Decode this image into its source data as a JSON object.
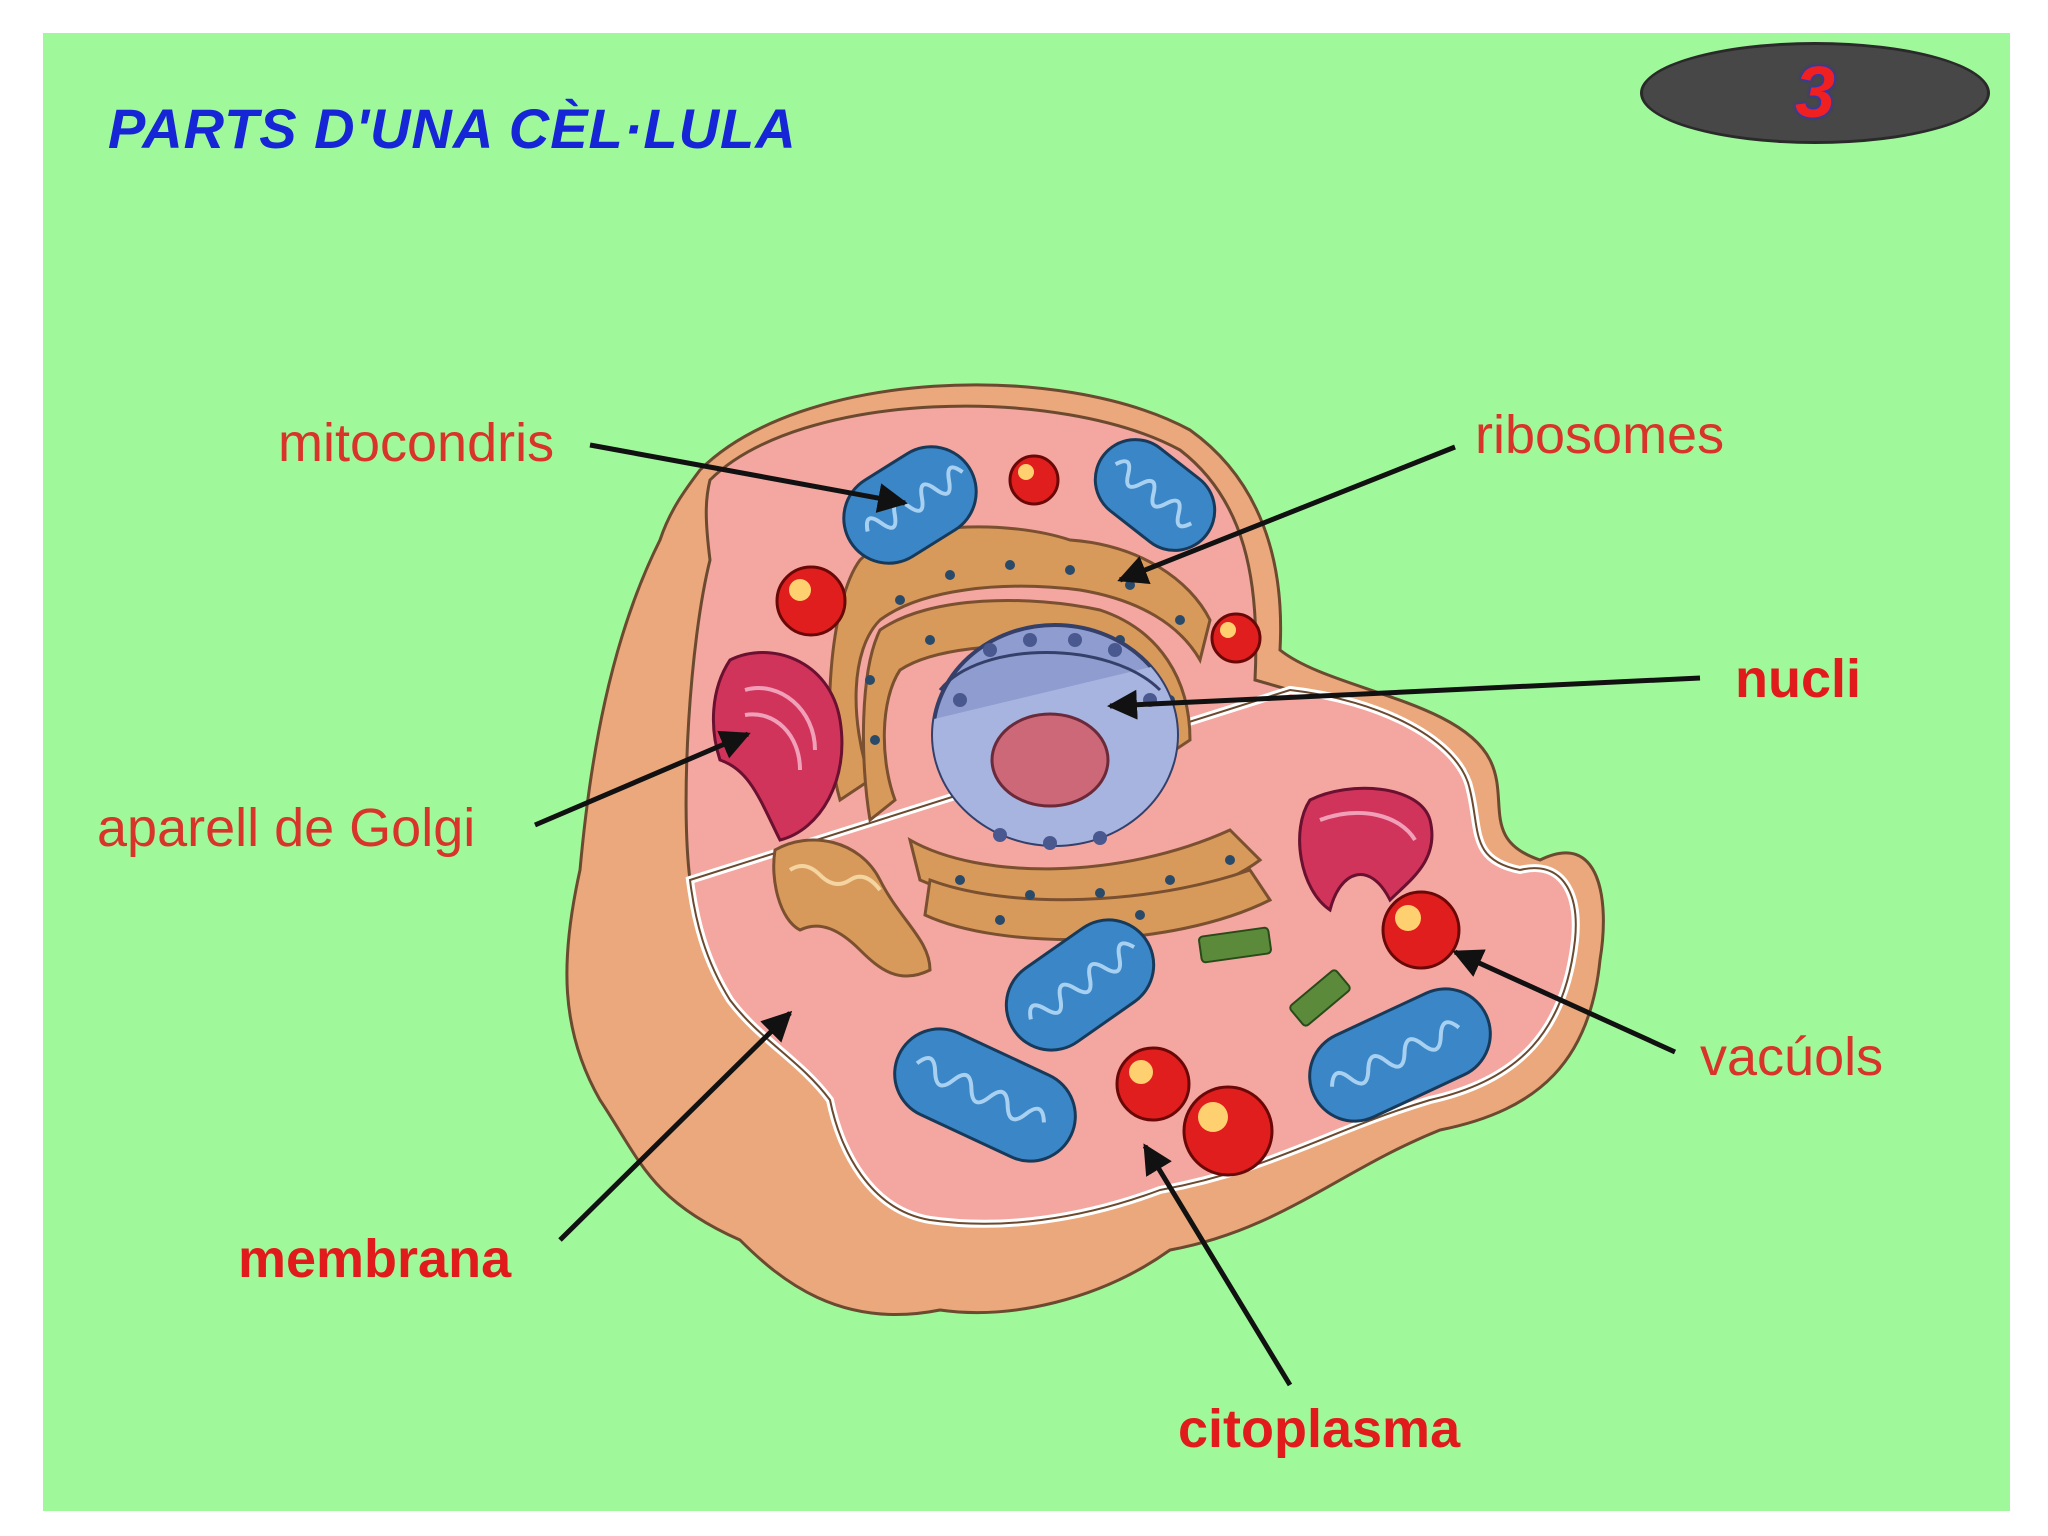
{
  "title": "PARTS D'UNA CÈL·LULA",
  "slide_number": "3",
  "labels": {
    "mitocondris": "mitocondris",
    "ribosomes": "ribosomes",
    "nucli": "nucli",
    "golgi": "aparell de Golgi",
    "vacuols": "vacúols",
    "membrana": "membrana",
    "citoplasma": "citoplasma"
  },
  "colors": {
    "background": "#9ff99a",
    "title": "#1626d6",
    "label": "#d8342a",
    "cell_outer": "#eaa87c",
    "cytoplasm": "#f4a6a0",
    "mitochondria": "#3a86c6",
    "golgi": "#d0345a",
    "er": "#d89a5a",
    "nucleus": "#8f9cd0",
    "vacuole": "#e01e1e"
  }
}
